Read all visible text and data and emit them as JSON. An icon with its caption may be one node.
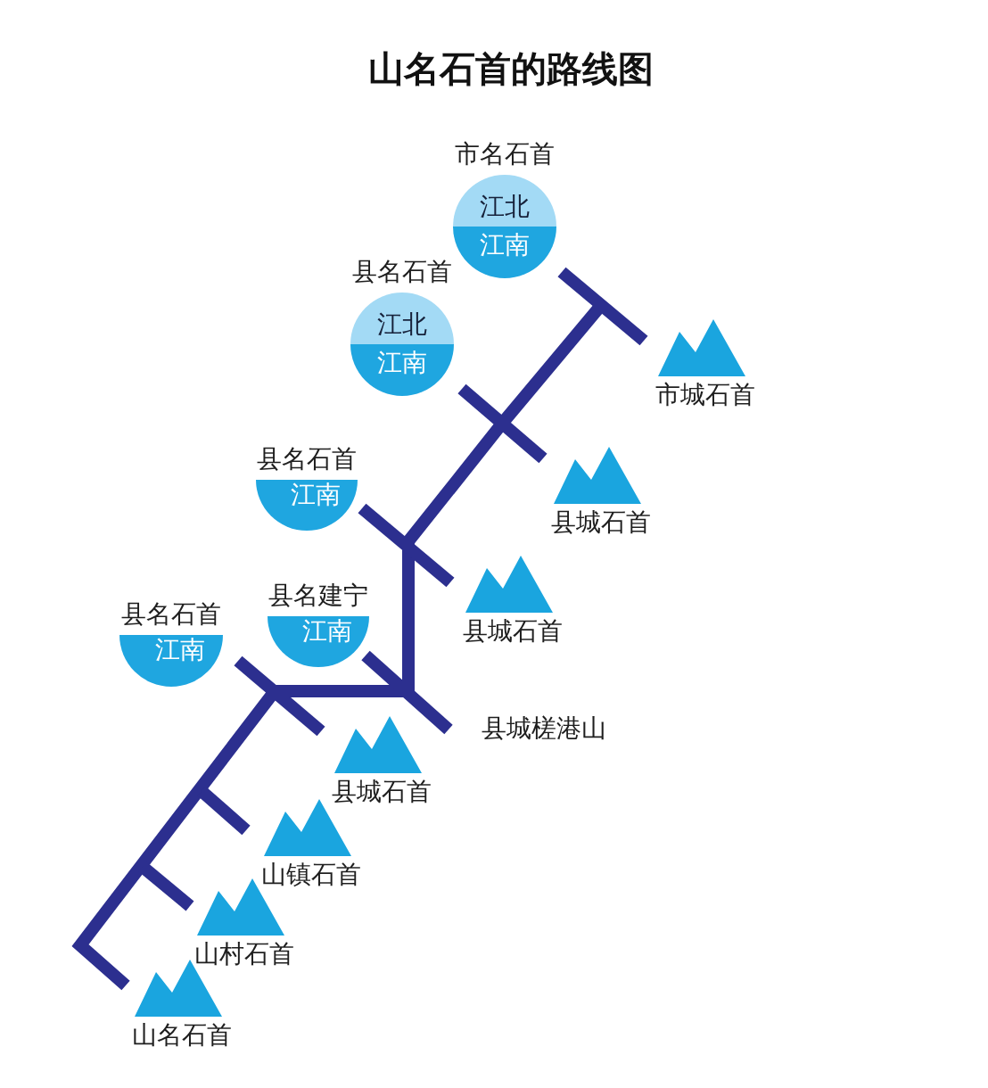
{
  "diagram": {
    "title": "山名石首的路线图",
    "nodes": [
      {
        "text": [
          "市名石首",
          "江北",
          "江南"
        ]
      },
      {
        "text": [
          "县名石首",
          "江北",
          "江南"
        ]
      },
      {
        "text": [
          "市城石首"
        ]
      },
      {
        "text": [
          "县城石首"
        ]
      },
      {
        "text": [
          "县名石首",
          "江南"
        ]
      },
      {
        "text": [
          "县城石首"
        ]
      },
      {
        "text": [
          "县名建宁",
          "江南"
        ]
      },
      {
        "text": [
          "县名石首",
          "江南"
        ]
      },
      {
        "text": [
          "县城石首"
        ]
      },
      {
        "text": [
          "山镇石首"
        ]
      },
      {
        "text": [
          "山村石首"
        ]
      },
      {
        "text": [
          "山名石首"
        ]
      }
    ],
    "labels": [
      "县城槎港山"
    ]
  }
}
